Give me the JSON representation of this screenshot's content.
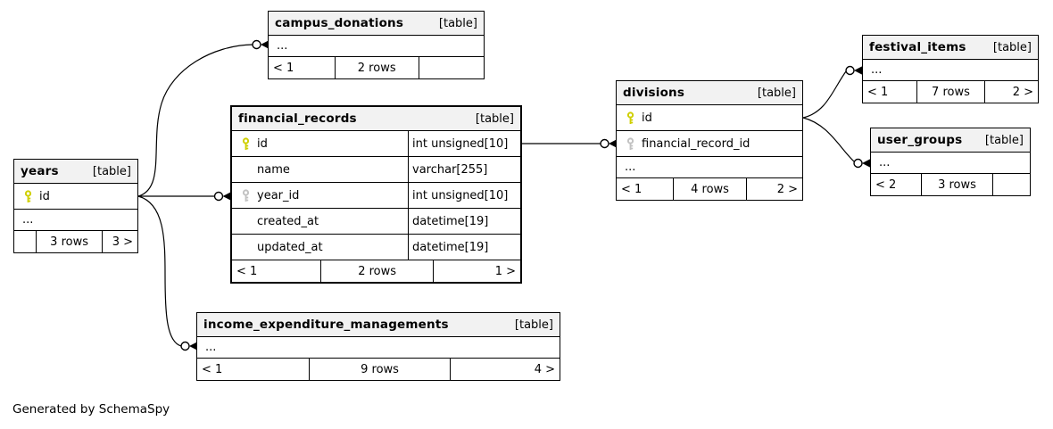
{
  "diagram": {
    "credit": "Generated by SchemaSpy",
    "colors": {
      "header_bg": "#f2f2f2",
      "border": "#000000",
      "edge": "#000000",
      "primary_key": "#cfcf00",
      "foreign_key": "#c2c2c2",
      "background": "#ffffff"
    },
    "tables": [
      {
        "name": "campus_donations",
        "type": "[table]",
        "emphasized": false,
        "columns": [
          {
            "name": "...",
            "hidden": true
          }
        ],
        "footer": {
          "left": "< 1",
          "center": "2 rows",
          "right": ""
        }
      },
      {
        "name": "financial_records",
        "type": "[table]",
        "emphasized": true,
        "columns": [
          {
            "name": "id",
            "key": "primary",
            "datatype": "int unsigned[10]"
          },
          {
            "name": "name",
            "datatype": "varchar[255]"
          },
          {
            "name": "year_id",
            "key": "foreign",
            "datatype": "int unsigned[10]"
          },
          {
            "name": "created_at",
            "datatype": "datetime[19]"
          },
          {
            "name": "updated_at",
            "datatype": "datetime[19]"
          }
        ],
        "footer": {
          "left": "< 1",
          "center": "2 rows",
          "right": "1 >"
        }
      },
      {
        "name": "years",
        "type": "[table]",
        "emphasized": false,
        "columns": [
          {
            "name": "id",
            "key": "primary"
          },
          {
            "name": "...",
            "hidden": true
          }
        ],
        "footer": {
          "left": "",
          "center": "3 rows",
          "right": "3 >"
        }
      },
      {
        "name": "divisions",
        "type": "[table]",
        "emphasized": false,
        "columns": [
          {
            "name": "id",
            "key": "primary"
          },
          {
            "name": "financial_record_id",
            "key": "foreign"
          },
          {
            "name": "...",
            "hidden": true
          }
        ],
        "footer": {
          "left": "< 1",
          "center": "4 rows",
          "right": "2 >"
        }
      },
      {
        "name": "festival_items",
        "type": "[table]",
        "emphasized": false,
        "columns": [
          {
            "name": "...",
            "hidden": true
          }
        ],
        "footer": {
          "left": "< 1",
          "center": "7 rows",
          "right": "2 >"
        }
      },
      {
        "name": "user_groups",
        "type": "[table]",
        "emphasized": false,
        "columns": [
          {
            "name": "...",
            "hidden": true
          }
        ],
        "footer": {
          "left": "< 2",
          "center": "3 rows",
          "right": ""
        }
      },
      {
        "name": "income_expenditure_managements",
        "type": "[table]",
        "emphasized": false,
        "columns": [
          {
            "name": "...",
            "hidden": true
          }
        ],
        "footer": {
          "left": "< 1",
          "center": "9 rows",
          "right": "4 >"
        }
      }
    ],
    "relationships": [
      {
        "parent": "years",
        "parent_column": "id",
        "child": "campus_donations"
      },
      {
        "parent": "years",
        "parent_column": "id",
        "child": "financial_records",
        "child_column": "year_id"
      },
      {
        "parent": "years",
        "parent_column": "id",
        "child": "income_expenditure_managements"
      },
      {
        "parent": "financial_records",
        "parent_column": "id",
        "child": "divisions",
        "child_column": "financial_record_id"
      },
      {
        "parent": "divisions",
        "parent_column": "id",
        "child": "festival_items"
      },
      {
        "parent": "divisions",
        "parent_column": "id",
        "child": "user_groups"
      }
    ]
  }
}
